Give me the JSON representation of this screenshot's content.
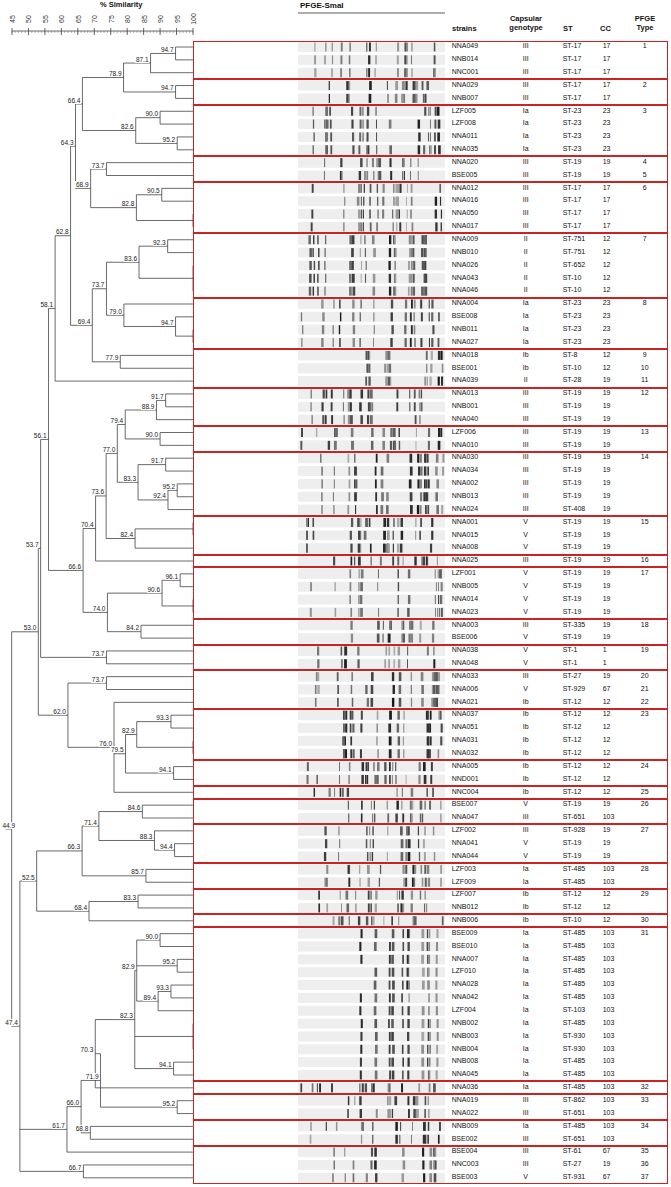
{
  "diagram": {
    "nodes": [
      {
        "text": [
          "NNA049",
          "III",
          "ST-17",
          "17",
          "1",
          "NNB014",
          "III",
          "ST-17",
          "17",
          "NNC001",
          "III",
          "ST-17",
          "17"
        ]
      },
      {
        "text": [
          "NNA029",
          "III",
          "ST-17",
          "17",
          "2",
          "NNB007",
          "III",
          "ST-17",
          "17"
        ]
      },
      {
        "text": [
          "LZF005",
          "Ia",
          "ST-23",
          "23",
          "3",
          "LZF008",
          "Ia",
          "ST-23",
          "23",
          "NNA011",
          "Ia",
          "ST-23",
          "23",
          "NNA035",
          "Ia",
          "ST-23",
          "23"
        ]
      },
      {
        "text": [
          "NNA020",
          "III",
          "ST-19",
          "19",
          "4",
          "BSE005",
          "III",
          "ST-19",
          "19",
          "5"
        ]
      },
      {
        "text": [
          "NNA012",
          "III",
          "ST-17",
          "17",
          "6",
          "NNA016",
          "III",
          "ST-17",
          "17",
          "NNA050",
          "III",
          "ST-17",
          "17",
          "NNA017",
          "III",
          "ST-17",
          "17"
        ]
      },
      {
        "text": [
          "NNA009",
          "II",
          "ST-751",
          "12",
          "7",
          "NNB010",
          "II",
          "ST-751",
          "12",
          "NNA026",
          "II",
          "ST-652",
          "12",
          "NNA043",
          "II",
          "ST-10",
          "12",
          "NNA046",
          "II",
          "ST-10",
          "12"
        ]
      },
      {
        "text": [
          "NNA004",
          "Ia",
          "ST-23",
          "23",
          "8",
          "BSE008",
          "Ia",
          "ST-23",
          "23",
          "NNB011",
          "Ia",
          "ST-23",
          "23",
          "NNA027",
          "Ia",
          "ST-23",
          "23"
        ]
      },
      {
        "text": [
          "NNA018",
          "Ib",
          "ST-8",
          "12",
          "9",
          "BSE001",
          "Ib",
          "ST-10",
          "12",
          "10",
          "NNA039",
          "II",
          "ST-28",
          "19",
          "11"
        ]
      },
      {
        "text": [
          "NNA013",
          "III",
          "ST-19",
          "19",
          "12",
          "NNB001",
          "III",
          "ST-19",
          "19",
          "NNA040",
          "III",
          "ST-19",
          "19"
        ]
      },
      {
        "text": [
          "LZF006",
          "III",
          "ST-19",
          "19",
          "13",
          "NNA010",
          "III",
          "ST-19",
          "19"
        ]
      },
      {
        "text": [
          "NNA030",
          "III",
          "ST-19",
          "19",
          "14",
          "NNA034",
          "III",
          "ST-19",
          "19",
          "NNA002",
          "III",
          "ST-19",
          "19",
          "NNB013",
          "III",
          "ST-19",
          "19",
          "NNA024",
          "III",
          "ST-408",
          "19"
        ]
      },
      {
        "text": [
          "NNA001",
          "V",
          "ST-19",
          "19",
          "15",
          "NNA015",
          "V",
          "ST-19",
          "19",
          "NNA008",
          "V",
          "ST-19",
          "19"
        ]
      },
      {
        "text": [
          "NNA025",
          "III",
          "ST-19",
          "19",
          "16"
        ]
      },
      {
        "text": [
          "LZF001",
          "V",
          "ST-19",
          "19",
          "17",
          "NNB005",
          "V",
          "ST-19",
          "19",
          "NNA014",
          "V",
          "ST-19",
          "19",
          "NNA023",
          "V",
          "ST-19",
          "19"
        ]
      },
      {
        "text": [
          "NNA003",
          "III",
          "ST-335",
          "19",
          "18",
          "BSE006",
          "V",
          "ST-19",
          "19"
        ]
      },
      {
        "text": [
          "NNA038",
          "V",
          "ST-1",
          "1",
          "19",
          "NNA048",
          "V",
          "ST-1",
          "1"
        ]
      },
      {
        "text": [
          "NNA033",
          "III",
          "ST-27",
          "19",
          "20",
          "NNA006",
          "V",
          "ST-929",
          "67",
          "21",
          "NNA021",
          "Ib",
          "ST-12",
          "12",
          "22"
        ]
      },
      {
        "text": [
          "NNA037",
          "Ib",
          "ST-12",
          "12",
          "23",
          "NNA051",
          "Ib",
          "ST-12",
          "12",
          "NNA031",
          "Ib",
          "ST-12",
          "12",
          "NNA032",
          "Ib",
          "ST-12",
          "12"
        ]
      },
      {
        "text": [
          "NNA005",
          "Ib",
          "ST-12",
          "12",
          "24",
          "NND001",
          "Ib",
          "ST-12",
          "12"
        ]
      },
      {
        "text": [
          "NNC004",
          "Ib",
          "ST-12",
          "12",
          "25"
        ]
      },
      {
        "text": [
          "BSE007",
          "V",
          "ST-19",
          "19",
          "26",
          "NNA047",
          "III",
          "ST-651",
          "103"
        ]
      },
      {
        "text": [
          "LZF002",
          "III",
          "ST-928",
          "19",
          "27",
          "NNA041",
          "V",
          "ST-19",
          "19",
          "NNA044",
          "V",
          "ST-19",
          "19"
        ]
      },
      {
        "text": [
          "LZF003",
          "Ia",
          "ST-485",
          "103",
          "28",
          "LZF009",
          "Ia",
          "ST-485",
          "103"
        ]
      },
      {
        "text": [
          "LZF007",
          "Ib",
          "ST-12",
          "12",
          "29",
          "NNB012",
          "Ib",
          "ST-12",
          "12"
        ]
      },
      {
        "text": [
          "NNB006",
          "Ib",
          "ST-10",
          "12",
          "30"
        ]
      },
      {
        "text": [
          "BSE009",
          "Ia",
          "ST-485",
          "103",
          "31",
          "BSE010",
          "Ia",
          "ST-485",
          "103",
          "NNA007",
          "Ia",
          "ST-485",
          "103",
          "LZF010",
          "Ia",
          "ST-485",
          "103",
          "NNA028",
          "Ia",
          "ST-485",
          "103",
          "NNA042",
          "Ia",
          "ST-485",
          "103",
          "LZF004",
          "Ia",
          "ST-103",
          "103",
          "NNB002",
          "Ia",
          "ST-485",
          "103",
          "NNB003",
          "Ia",
          "ST-930",
          "103",
          "NNB004",
          "Ia",
          "ST-930",
          "103",
          "NNB008",
          "Ia",
          "ST-485",
          "103",
          "NNA045",
          "Ia",
          "ST-485",
          "103"
        ]
      },
      {
        "text": [
          "NNA036",
          "Ia",
          "ST-485",
          "103",
          "32"
        ]
      },
      {
        "text": [
          "NNA019",
          "III",
          "ST-862",
          "103",
          "33",
          "NNA022",
          "III",
          "ST-651",
          "103"
        ]
      },
      {
        "text": [
          "NNB009",
          "Ia",
          "ST-485",
          "103",
          "34",
          "BSE002",
          "III",
          "ST-651",
          "103"
        ]
      },
      {
        "text": [
          "BSE004",
          "III",
          "ST-61",
          "67",
          "35",
          "NNC003",
          "III",
          "ST-27",
          "19",
          "36",
          "BSE003",
          "V",
          "ST-931",
          "67",
          "37"
        ]
      }
    ],
    "labels": [
      "% Similarity",
      "45",
      "50",
      "55",
      "60",
      "65",
      "70",
      "75",
      "80",
      "85",
      "90",
      "95",
      "100",
      "PFGE-SmaI",
      "strains",
      "Capsular genotype",
      "ST",
      "CC",
      "PFGE Type",
      "44.9",
      "53.0",
      "53.7",
      "56.1",
      "58.1",
      "62.8",
      "64.3",
      "66.4",
      "78.9",
      "87.1",
      "94.7",
      "94.7",
      "82.6",
      "90.0",
      "95.2",
      "68.9",
      "73.7",
      "82.8",
      "90.5",
      "69.4",
      "73.7",
      "83.6",
      "92.3",
      "79.0",
      "94.7",
      "77.9",
      "66.6",
      "70.4",
      "73.6",
      "77.0",
      "79.4",
      "88.9",
      "91.7",
      "90.0",
      "83.3",
      "91.7",
      "92.4",
      "95.2",
      "82.4",
      "74.0",
      "90.6",
      "96.1",
      "84.2",
      "73.7",
      "62.0",
      "73.7",
      "76.0",
      "79.5",
      "82.9",
      "93.3",
      "94.1",
      "47.4",
      "52.5",
      "66.3",
      "71.4",
      "84.6",
      "88.3",
      "94.4",
      "85.7",
      "68.4",
      "83.3",
      "61.7",
      "66.0",
      "71.9",
      "70.3",
      "82.3",
      "82.9",
      "90.0",
      "95.2",
      "89.4",
      "93.3",
      "94.1",
      "95.2",
      "68.8",
      "66.7"
    ]
  }
}
